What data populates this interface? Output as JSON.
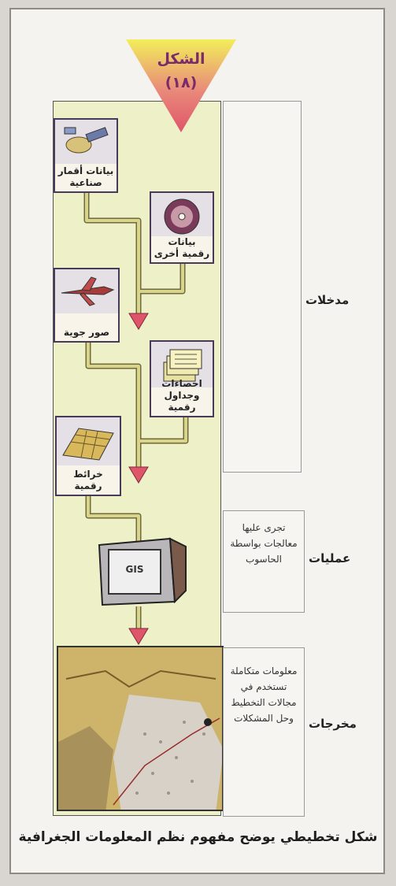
{
  "title": {
    "line1": "الشكل",
    "line2": "(١٨)"
  },
  "inputs": [
    {
      "label": "بيانات أقمار صناعية",
      "icon": "satellite-icon"
    },
    {
      "label": "بيانات رقمية أخرى",
      "icon": "disc-icon"
    },
    {
      "label": "صور جوية",
      "icon": "airplane-icon"
    },
    {
      "label": "احصاءات وجداول رقمية",
      "icon": "tables-icon"
    },
    {
      "label": "خرائط رقمية",
      "icon": "map-grid-icon"
    }
  ],
  "computer": {
    "screen_text": "GIS",
    "icon": "computer-icon"
  },
  "sections": {
    "inputs_label": "مدخلات",
    "processes_label": "عمليات",
    "processes_note": "تجرى عليها معالجات بواسطة الحاسوب",
    "outputs_label": "مخرجات",
    "outputs_note": "معلومات متكاملة تستخدم في مجالات التخطيط وحل المشكلات"
  },
  "caption": "شكل تخطيطي يوضح مفهوم نظم المعلومات الجغرافية",
  "colors": {
    "panel": "#eef0c8",
    "pipe": "#d8d58a",
    "arrow": "#e0546a",
    "title_gradient_top": "#f2ee5a",
    "title_gradient_bottom": "#e0546a"
  }
}
